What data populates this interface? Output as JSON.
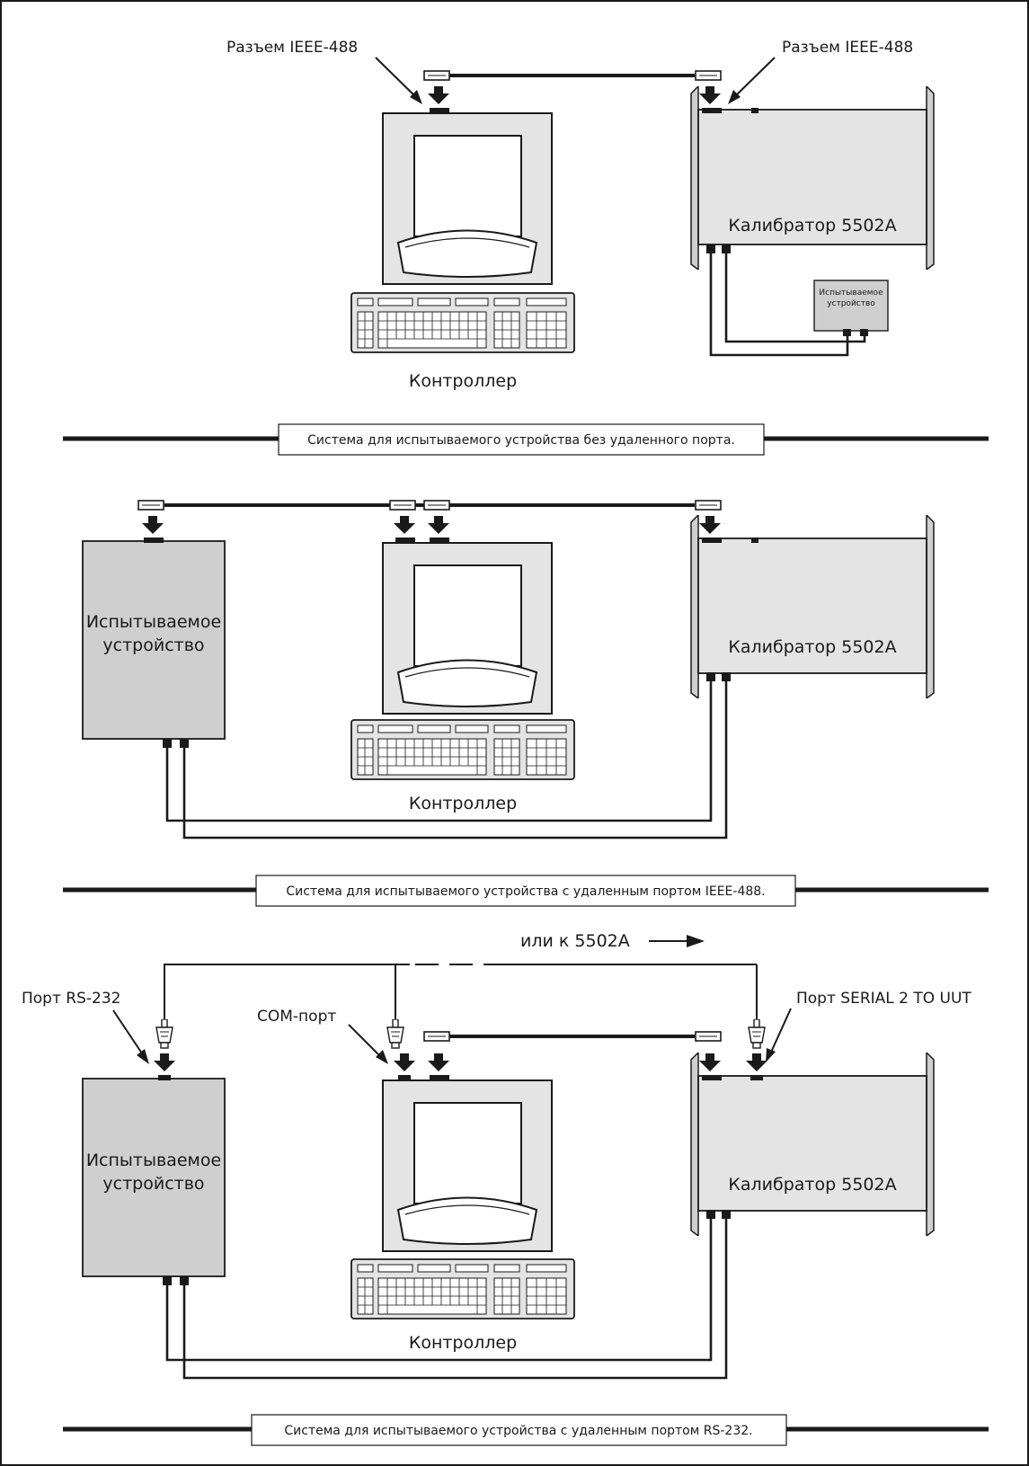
{
  "colors": {
    "device_fill": "#e4e4e4",
    "uut_fill": "#cfcfcf",
    "line": "#1a1a1a",
    "background": "#ffffff"
  },
  "icons": {
    "computer": "computer-monitor-icon",
    "keyboard": "keyboard-icon",
    "connector": "ieee-488-connector-icon",
    "serial_plug": "rs-232-plug-icon",
    "down_arrow": "down-arrow-icon"
  },
  "section1": {
    "caption": "Система для испытываемого устройства без удаленного порта.",
    "left_connector_label": "Разъем IEEE-488",
    "right_connector_label": "Разъем IEEE-488",
    "controller_label": "Контроллер",
    "calibrator_label": "Калибратор 5502A",
    "uut_small_label_line1": "Испытываемое",
    "uut_small_label_line2": "устройство"
  },
  "section2": {
    "caption": "Система для испытываемого устройства с удаленным портом IEEE-488.",
    "uut_label_line1": "Испытываемое",
    "uut_label_line2": "устройство",
    "controller_label": "Контроллер",
    "calibrator_label": "Калибратор 5502A"
  },
  "section3": {
    "caption": "Система для испытываемого устройства с удаленным портом RS-232.",
    "rs232_port_label": "Порт RS-232",
    "com_port_label": "COM-порт",
    "serial2_label": "Порт SERIAL 2 TO UUT",
    "or_to_label": "или к 5502A",
    "uut_label_line1": "Испытываемое",
    "uut_label_line2": "устройство",
    "controller_label": "Контроллер",
    "calibrator_label": "Калибратор 5502A"
  }
}
